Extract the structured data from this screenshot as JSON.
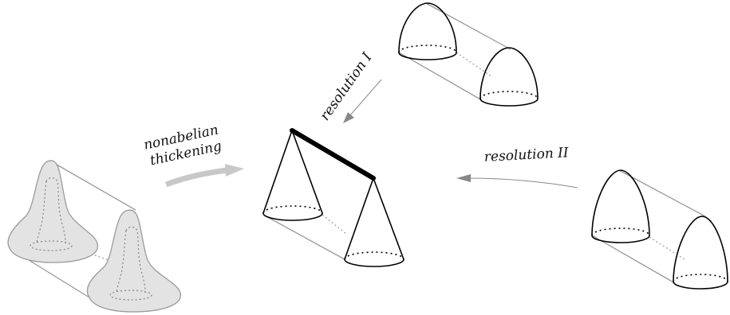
{
  "labels": {
    "nonabelian": "nonabelian",
    "thickening": "thickening",
    "resolution_1": "resolution I",
    "resolution_2": "resolution II"
  },
  "colors": {
    "stroke": "#000000",
    "gray_stroke": "#9a9a9a",
    "fill_shaded": "#e3e3e3",
    "arrow_gray": "#c8c8c8",
    "arrow_dark": "#888888"
  }
}
